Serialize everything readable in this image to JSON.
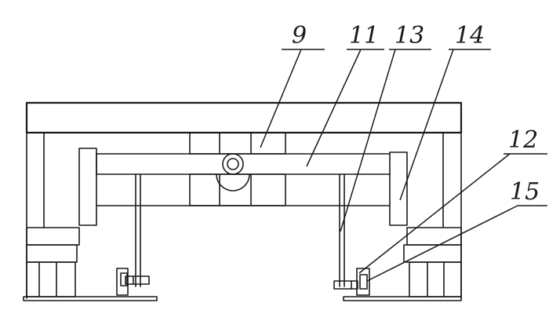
{
  "labels": {
    "l9": "9",
    "l11": "11",
    "l13": "13",
    "l14": "14",
    "l12": "12",
    "l15": "15"
  }
}
